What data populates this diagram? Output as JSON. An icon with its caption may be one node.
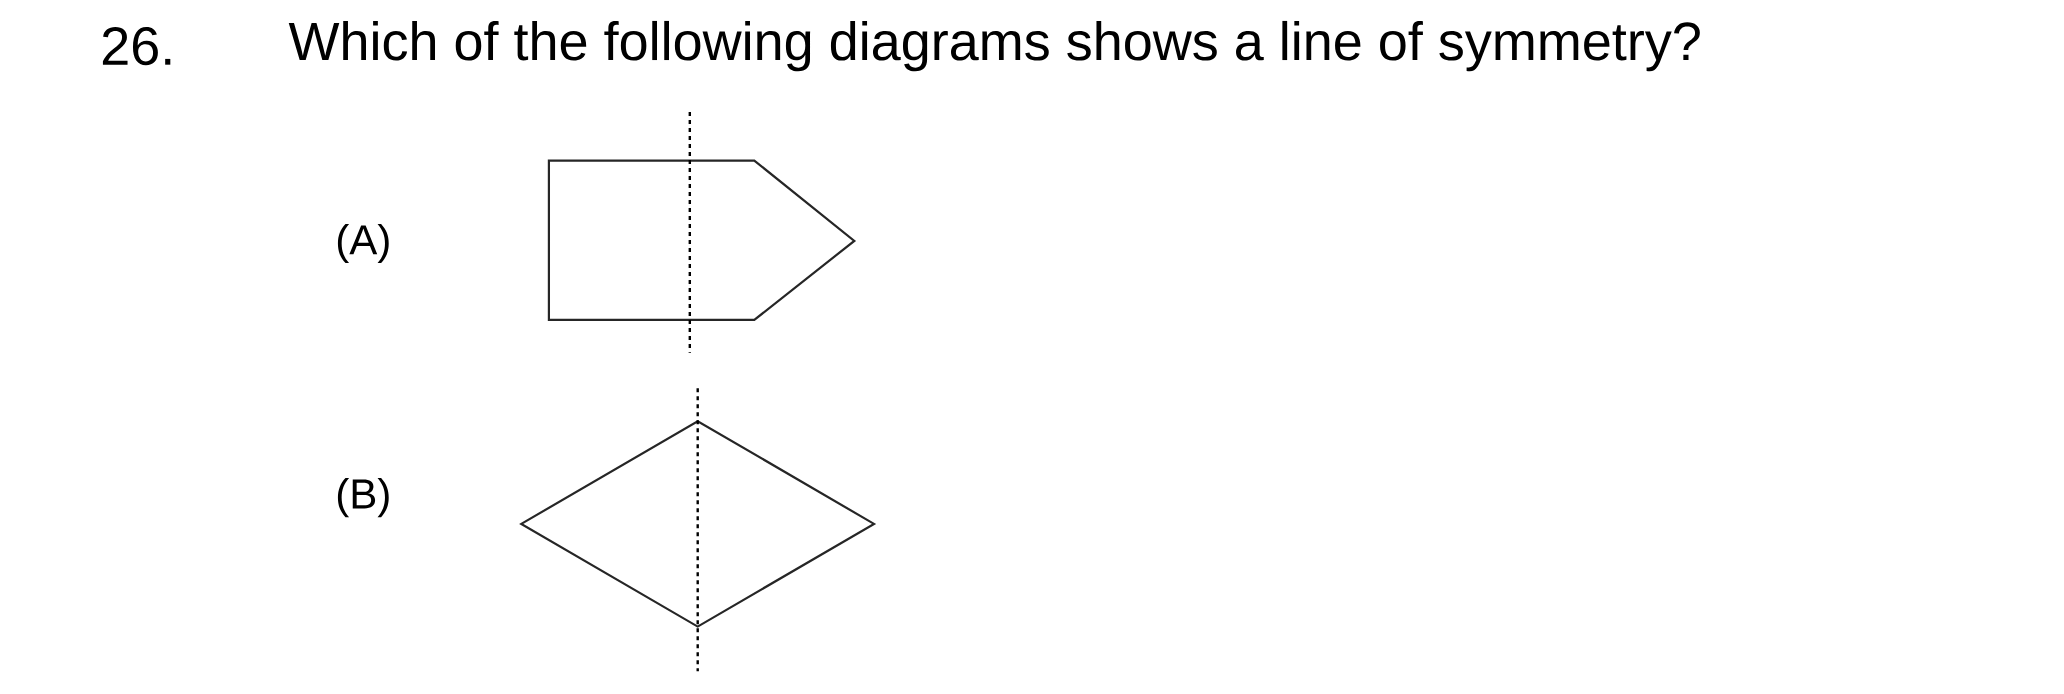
{
  "diagram": {
    "title": "Which of the following diagrams shows a line of symmetry?",
    "labels": [
      "26.",
      "(A)",
      "(B)"
    ]
  }
}
